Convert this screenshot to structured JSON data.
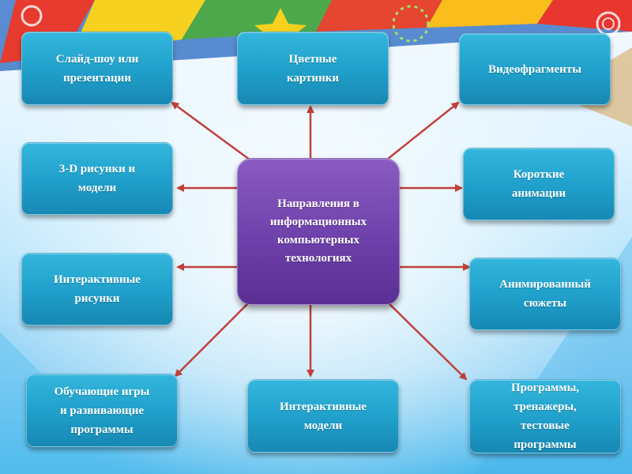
{
  "center": {
    "text": "Направления в\nинформационных\nкомпьютерных\nтехнологиях"
  },
  "nodes": [
    {
      "id": "slideshow",
      "text": "Слайд-шоу или\nпрезентации"
    },
    {
      "id": "color-pictures",
      "text": "Цветные\nкартинки"
    },
    {
      "id": "video-fragments",
      "text": "Видеофрагменты"
    },
    {
      "id": "3d-drawings",
      "text": "3-D рисунки и\nмодели"
    },
    {
      "id": "short-animations",
      "text": "Короткие\nанимации"
    },
    {
      "id": "interactive-drawings",
      "text": "Интерактивные\nрисунки"
    },
    {
      "id": "animated-plots",
      "text": "Анимированный\nсюжеты"
    },
    {
      "id": "educational-games",
      "text": "Обучающие игры\nи развивающие\nпрограммы"
    },
    {
      "id": "interactive-models",
      "text": "Интерактивные\nмодели"
    },
    {
      "id": "programs-trainers",
      "text": "Программы,\nтренажеры,\nтестовые\nпрограммы"
    }
  ],
  "colors": {
    "node_fill": "#1f9fca",
    "center_fill": "#6c3ea8",
    "arrow": "#c0413a"
  }
}
